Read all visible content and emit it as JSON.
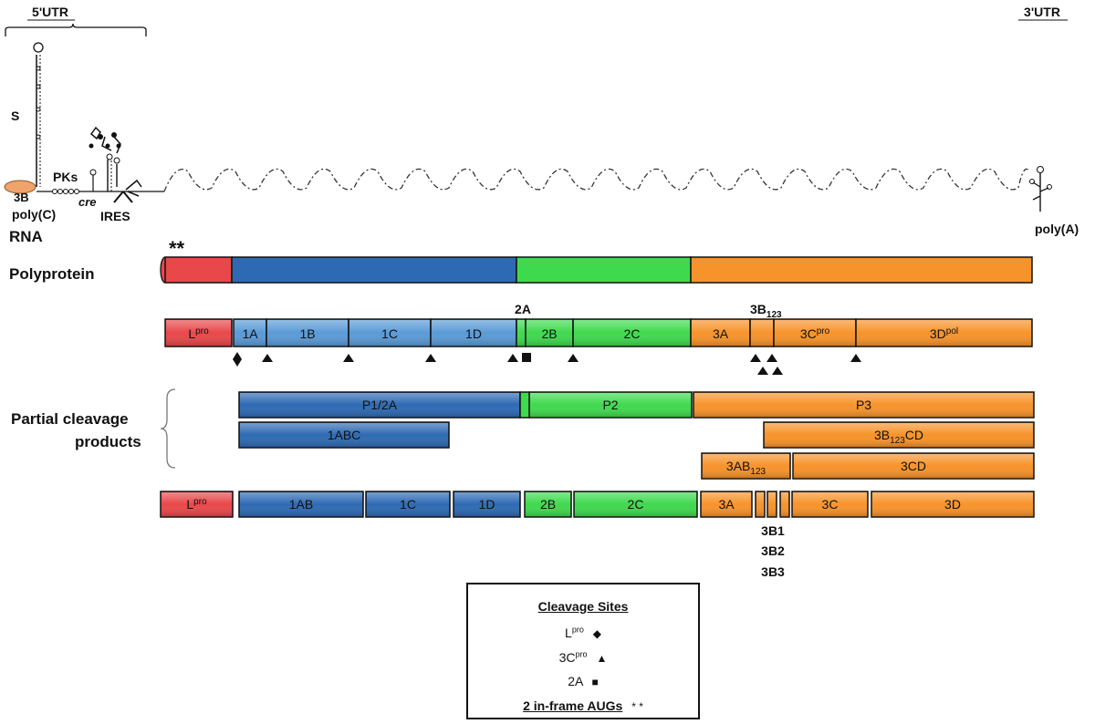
{
  "labels": {
    "utr5": "5'UTR",
    "utr3": "3'UTR",
    "s": "S",
    "pks": "PKs",
    "b3": "3B",
    "polyc": "poly(C)",
    "cre": "cre",
    "ires": "IRES",
    "rna": "RNA",
    "polya": "poly(A)",
    "polyprotein": "Polyprotein",
    "partial1": "Partial cleavage",
    "partial2": "products",
    "top_2a": "2A",
    "top_3b123_main": "3B",
    "top_3b123_sub": "123",
    "auga_stars": "**"
  },
  "polyprotein_colors": [
    "#e8484a",
    "#2e6ab3",
    "#3fd94e",
    "#f7932b"
  ],
  "row_mature": [
    {
      "key": "lpro",
      "main": "L",
      "sup": "pro",
      "color": "#e8484a"
    },
    {
      "key": "1a",
      "main": "1A",
      "color": "#5a9ad6"
    },
    {
      "key": "1b",
      "main": "1B",
      "color": "#5a9ad6"
    },
    {
      "key": "1c",
      "main": "1C",
      "color": "#5a9ad6"
    },
    {
      "key": "1d",
      "main": "1D",
      "color": "#5a9ad6"
    },
    {
      "key": "2a",
      "main": "",
      "color": "#3fd94e"
    },
    {
      "key": "2b",
      "main": "2B",
      "color": "#3fd94e"
    },
    {
      "key": "2c",
      "main": "2C",
      "color": "#3fd94e"
    },
    {
      "key": "3a",
      "main": "3A",
      "color": "#f7932b"
    },
    {
      "key": "3b",
      "main": "",
      "color": "#f7932b"
    },
    {
      "key": "3cpro",
      "main": "3C",
      "sup": "pro",
      "color": "#f7932b"
    },
    {
      "key": "3dpol",
      "main": "3D",
      "sup": "pol",
      "color": "#f7932b"
    }
  ],
  "partial": [
    {
      "key": "p12a",
      "main": "P1/2A",
      "color": "#2e6ab3"
    },
    {
      "key": "p2",
      "main": "P2",
      "color": "#3fd94e"
    },
    {
      "key": "p3",
      "main": "P3",
      "color": "#f7932b"
    },
    {
      "key": "1abc",
      "main": "1ABC",
      "color": "#2e6ab3"
    },
    {
      "key": "3b123cd",
      "main": "3B",
      "sub": "123",
      "tail": "CD",
      "color": "#f7932b"
    },
    {
      "key": "3ab123",
      "main": "3AB",
      "sub": "123",
      "color": "#f7932b"
    },
    {
      "key": "3cd",
      "main": "3CD",
      "color": "#f7932b"
    }
  ],
  "row_final": [
    {
      "key": "lpro",
      "main": "L",
      "sup": "pro",
      "color": "#e8484a"
    },
    {
      "key": "1ab",
      "main": "1AB",
      "color": "#2e6ab3"
    },
    {
      "key": "1c",
      "main": "1C",
      "color": "#2e6ab3"
    },
    {
      "key": "1d",
      "main": "1D",
      "color": "#2e6ab3"
    },
    {
      "key": "2b",
      "main": "2B",
      "color": "#3fd94e"
    },
    {
      "key": "2c",
      "main": "2C",
      "color": "#3fd94e"
    },
    {
      "key": "3a",
      "main": "3A",
      "color": "#f7932b"
    },
    {
      "key": "3c",
      "main": "3C",
      "color": "#f7932b"
    },
    {
      "key": "3d",
      "main": "3D",
      "color": "#f7932b"
    }
  ],
  "b_labels": [
    "3B1",
    "3B2",
    "3B3"
  ],
  "legend": {
    "title": "Cleavage Sites",
    "lpro_main": "L",
    "lpro_sup": "pro",
    "c3_main": "3C",
    "c3_sup": "pro",
    "twoa": "2A",
    "augs": "2 in-frame AUGs",
    "stars": "* *"
  }
}
